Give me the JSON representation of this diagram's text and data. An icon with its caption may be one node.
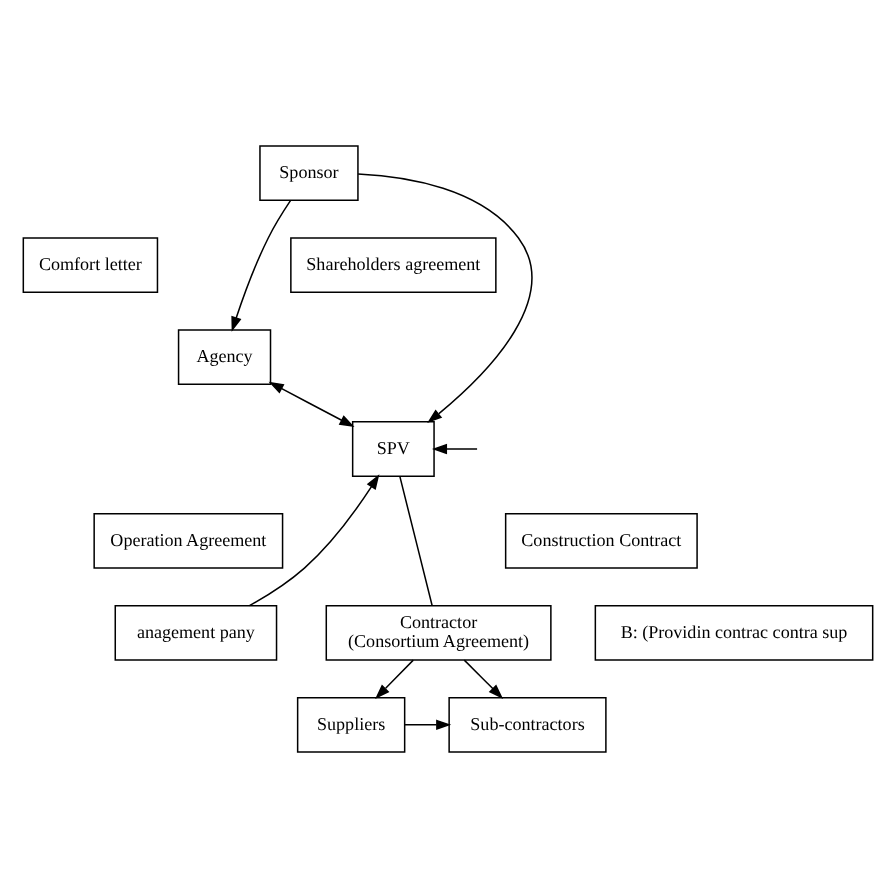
{
  "diagram": {
    "nodes": [
      {
        "text": [
          "Sponsor"
        ]
      },
      {
        "text": [
          "Comfort letter"
        ]
      },
      {
        "text": [
          "Agency"
        ]
      },
      {
        "text": [
          "Shareholders agreement"
        ]
      },
      {
        "text": [
          "SPV"
        ]
      },
      {
        "text": [
          "Operation Agreement"
        ]
      },
      {
        "text": [
          "Construction Contract"
        ]
      },
      {
        "text": [
          "anagement pany"
        ]
      },
      {
        "text": [
          "Contractor",
          "(Consortium Agreement)"
        ]
      },
      {
        "text": [
          "B: (Providin contrac contra sup"
        ]
      },
      {
        "text": [
          "Sub-contractors"
        ]
      },
      {
        "text": [
          "Suppliers"
        ]
      }
    ],
    "edges": [
      {
        "from": 0,
        "to": 2,
        "arrow": "to"
      },
      {
        "from": 0,
        "to": 4,
        "arrow": "to"
      },
      {
        "from": 2,
        "to": 4,
        "arrow": "both"
      },
      {
        "from": 7,
        "to": 4,
        "arrow": "to"
      },
      {
        "from": null,
        "to": 4,
        "arrow": "to"
      },
      {
        "from": 4,
        "to": 8,
        "arrow": "none"
      },
      {
        "from": 8,
        "to": 10,
        "arrow": "to"
      },
      {
        "from": 8,
        "to": 11,
        "arrow": "to"
      },
      {
        "from": 11,
        "to": 10,
        "arrow": "to"
      }
    ]
  }
}
